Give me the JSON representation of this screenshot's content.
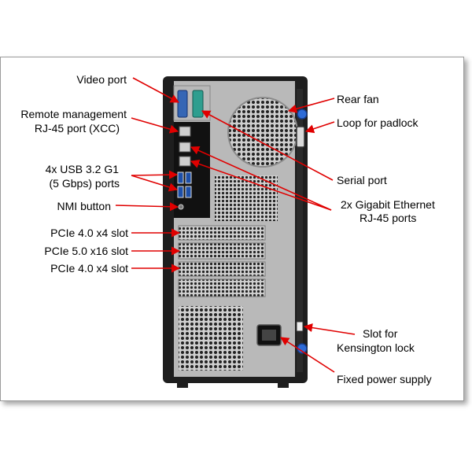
{
  "colors": {
    "arrow": "#e00000",
    "chassis": "#1e1e1e",
    "panel": "#b9b9b9",
    "io_plate": "#111111",
    "serial_port": "#2e9e8f",
    "video_port": "#3566b5",
    "usb": "#1d4fa8",
    "thumbscrew": "#2e6bd6"
  },
  "labels": {
    "video_port": "Video port",
    "remote_mgmt_line1": "Remote management",
    "remote_mgmt_line2": "RJ-45 port (XCC)",
    "usb_line1": "4x USB 3.2 G1",
    "usb_line2": "(5 Gbps) ports",
    "nmi_button": "NMI button",
    "pcie_x4_top": "PCIe 4.0 x4 slot",
    "pcie_x16": "PCIe 5.0 x16 slot",
    "pcie_x4_bottom": "PCIe 4.0 x4 slot",
    "rear_fan": "Rear fan",
    "padlock_loop": "Loop for padlock",
    "serial_port": "Serial port",
    "ethernet_line1": "2x Gigabit Ethernet",
    "ethernet_line2": "RJ-45 ports",
    "kensington_line1": "Slot for",
    "kensington_line2": "Kensington lock",
    "power_supply": "Fixed power supply"
  }
}
